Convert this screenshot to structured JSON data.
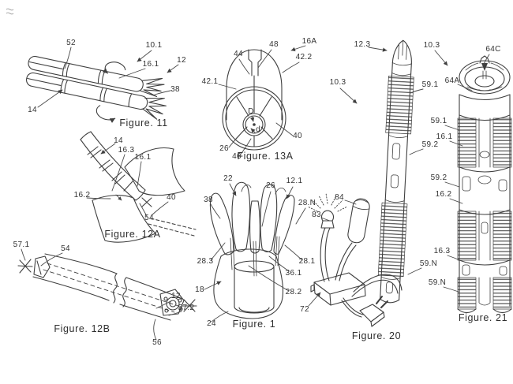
{
  "page": {
    "paper_color": "#ffffff",
    "ink_color": "#3f3f3f"
  },
  "figures": {
    "fig11": {
      "caption": "Figure. 11",
      "labels": [
        "52",
        "10.1",
        "16.1",
        "12",
        "38",
        "14"
      ]
    },
    "fig12a": {
      "caption": "Figure. 12A",
      "labels": [
        "14",
        "16.3",
        "16.1",
        "16.2",
        "40",
        "54"
      ]
    },
    "fig12b": {
      "caption": "Figure. 12B",
      "labels": [
        "57.1",
        "54",
        "12",
        "57.2",
        "56"
      ]
    },
    "fig13a": {
      "caption": "Figure. 13A",
      "labels": [
        "44",
        "48",
        "16A",
        "42.2",
        "42.1",
        "D",
        "d",
        "40",
        "26",
        "46"
      ]
    },
    "fig1": {
      "caption": "Figure. 1",
      "labels": [
        "22",
        "26",
        "12.1",
        "38",
        "28.N",
        "28.3",
        "28.1",
        "36.1",
        "18",
        "28.2",
        "24"
      ]
    },
    "fig20": {
      "caption": "Figure. 20",
      "labels": [
        "12.3",
        "10.3",
        "59.1",
        "59.2",
        "59.N",
        "84",
        "83",
        "72"
      ]
    },
    "fig21": {
      "caption": "Figure. 21",
      "labels": [
        "10.3",
        "64C",
        "64A",
        "59.1",
        "16.1",
        "59.2",
        "16.2",
        "16.3",
        "59.N"
      ]
    }
  }
}
